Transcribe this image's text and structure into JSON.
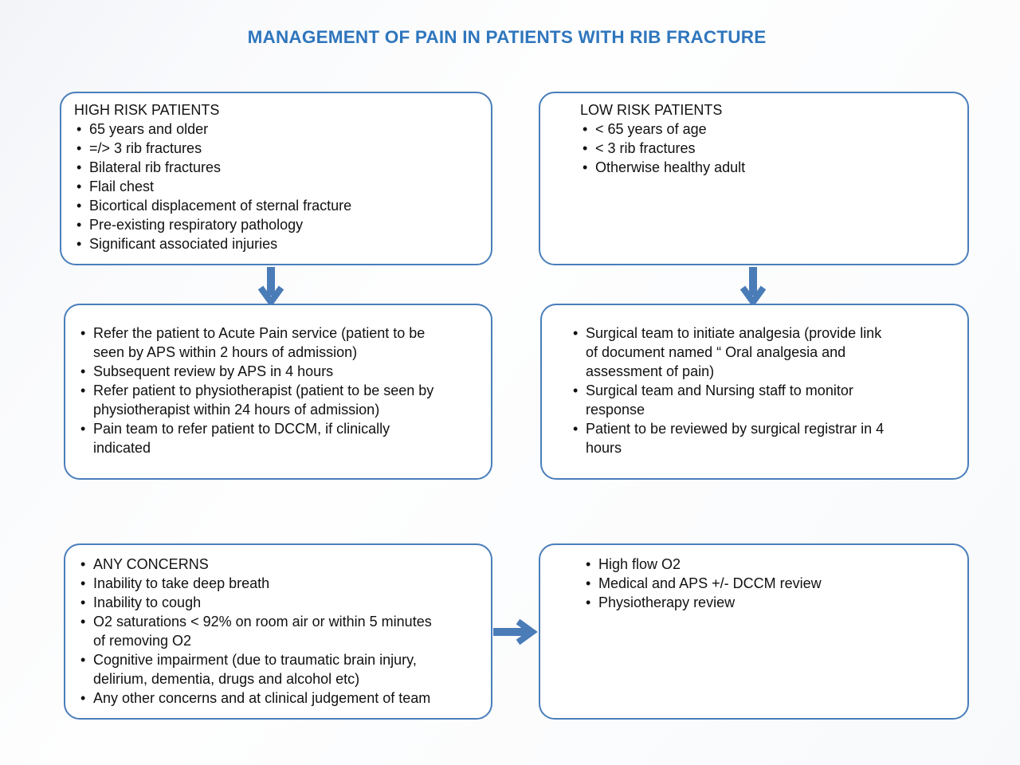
{
  "title": "MANAGEMENT OF PAIN IN PATIENTS WITH RIB FRACTURE",
  "colors": {
    "title_blue": "#2f76bd",
    "box_border_blue": "#4a7ebb",
    "arrow_blue": "#4a7cb8",
    "text": "#111111"
  },
  "boxes": {
    "high_risk": {
      "header": "HIGH RISK PATIENTS",
      "items": [
        "65 years and older",
        "=/> 3 rib fractures",
        "Bilateral rib fractures",
        "Flail chest",
        "Bicortical displacement of sternal fracture",
        "Pre-existing respiratory pathology",
        "Significant associated injuries"
      ]
    },
    "low_risk": {
      "header": "LOW RISK PATIENTS",
      "items": [
        "< 65 years of age",
        "< 3 rib fractures",
        "Otherwise healthy adult"
      ]
    },
    "high_risk_actions": {
      "items": [
        "Refer the patient to Acute Pain service (patient to be\nseen by APS within 2 hours of admission)",
        "Subsequent review by APS in 4 hours",
        "Refer patient to physiotherapist (patient to be seen by\nphysiotherapist within 24 hours of admission)",
        "Pain team to refer patient to DCCM, if clinically\nindicated"
      ]
    },
    "low_risk_actions": {
      "items": [
        "Surgical team to initiate analgesia (provide link\nof document named “ Oral analgesia and\nassessment of pain)",
        "Surgical team and Nursing staff to monitor\nresponse",
        "Patient to be reviewed by surgical registrar in 4\nhours"
      ]
    },
    "concerns": {
      "items": [
        "ANY CONCERNS",
        "Inability to take deep breath",
        "Inability to cough",
        "O2 saturations < 92% on room air or within 5 minutes\nof removing O2",
        "Cognitive impairment (due to traumatic brain injury,\ndelirium, dementia, drugs and alcohol etc)",
        "Any other concerns and at clinical judgement of team"
      ]
    },
    "escalation": {
      "items": [
        "High flow O2",
        "Medical and APS +/- DCCM review",
        "Physiotherapy review"
      ]
    }
  }
}
